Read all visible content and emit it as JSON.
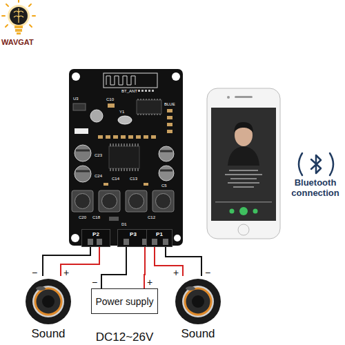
{
  "diagram": {
    "nodes": [
      {
        "text": [
          "P2"
        ]
      },
      {
        "text": [
          "P3"
        ]
      },
      {
        "text": [
          "P1"
        ]
      },
      {
        "text": [
          "Sound"
        ]
      },
      {
        "text": [
          "Power supply",
          "DC12~26V"
        ]
      },
      {
        "text": [
          "Sound"
        ]
      }
    ],
    "edges": [
      {
        "from": 3,
        "to": 0,
        "arrow": "none",
        "label": "−"
      },
      {
        "from": 3,
        "to": 0,
        "arrow": "none",
        "label": "+"
      },
      {
        "from": 4,
        "to": 1,
        "arrow": "none",
        "label": "−"
      },
      {
        "from": 4,
        "to": 1,
        "arrow": "none",
        "label": "+"
      },
      {
        "from": 5,
        "to": 2,
        "arrow": "none",
        "label": "+"
      },
      {
        "from": 5,
        "to": 2,
        "arrow": "none",
        "label": "−"
      }
    ],
    "labels": [
      "WAVGAT",
      "BT_ANT",
      "U3",
      "C10",
      "Y1",
      "BLUE",
      "C23",
      "C24",
      "C14",
      "C13",
      "C20",
      "C18",
      "C12",
      "C5",
      "D1",
      "Bluetooth connection"
    ]
  }
}
